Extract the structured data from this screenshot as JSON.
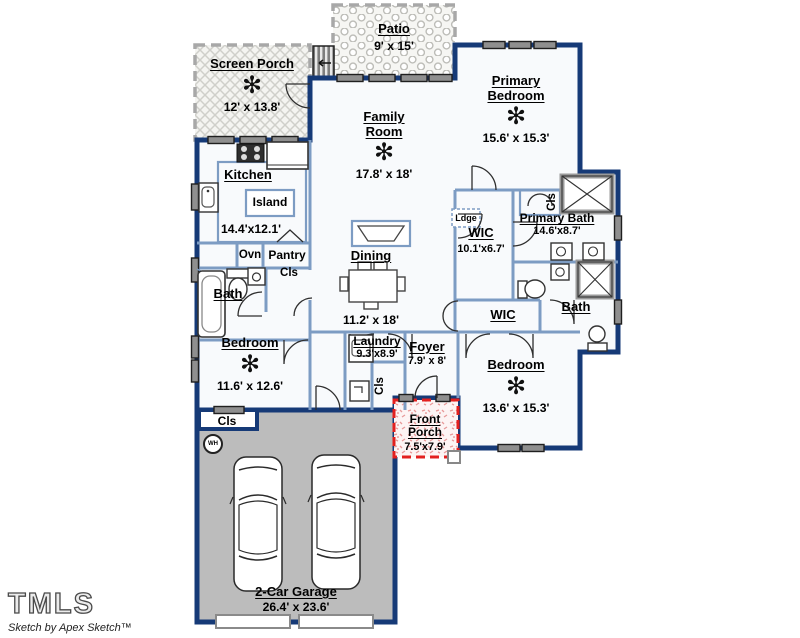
{
  "branding": {
    "logo": "TMLS",
    "credit": "Sketch by Apex Sketch™"
  },
  "rooms": {
    "screen_porch": {
      "name": "Screen Porch",
      "dims": "12' x 13.8'"
    },
    "patio": {
      "name": "Patio",
      "dims": "9' x 15'"
    },
    "family_room": {
      "name": "Family Room",
      "dims": "17.8' x 18'"
    },
    "primary_bedroom": {
      "name": "Primary Bedroom",
      "dims": "15.6' x 15.3'"
    },
    "kitchen": {
      "name": "Kitchen",
      "dims": "14.4'x12.1'",
      "island": "Island"
    },
    "dining": {
      "name": "Dining",
      "dims": "11.2' x 18'"
    },
    "primary_bath": {
      "name": "Primary Bath",
      "dims": "14.6'x8.7'"
    },
    "wic_primary": {
      "name": "WIC",
      "dims": "10.1'x6.7'"
    },
    "wic_hall": {
      "name": "WIC"
    },
    "bath_left": {
      "name": "Bath"
    },
    "bath_right": {
      "name": "Bath"
    },
    "bedroom_left": {
      "name": "Bedroom",
      "dims": "11.6' x 12.6'"
    },
    "bedroom_right": {
      "name": "Bedroom",
      "dims": "13.6' x 15.3'"
    },
    "laundry": {
      "name": "Laundry",
      "dims": "9.3'x8.9'"
    },
    "foyer": {
      "name": "Foyer",
      "dims": "7.9' x 8'"
    },
    "front_porch": {
      "name": "Front Porch",
      "dims": "7.5'x7.9'"
    },
    "garage": {
      "name": "2-Car Garage",
      "dims": "26.4' x 23.6'"
    }
  },
  "labels": {
    "ovn": "Ovn",
    "pantry": "Pantry",
    "cls": "Cls",
    "ldge": "Ldge",
    "wh": "WH"
  },
  "icons": {
    "ceiling_fan": "✻"
  },
  "colors": {
    "exterior_wall": "#163a77",
    "interior_wall": "#7d9cc3",
    "room_fill": "#f8fafc",
    "garage_floor": "#bcbcbc",
    "porch_outline": "#e3201f",
    "window": "#8f8f8f"
  }
}
